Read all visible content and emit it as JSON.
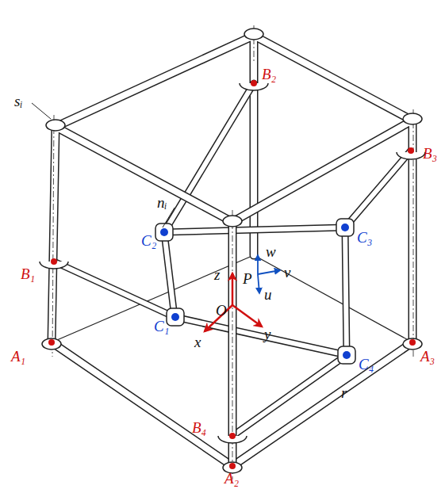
{
  "diagram": {
    "labels": [
      "sᵢ",
      "nᵢ",
      "B₂",
      "B₃",
      "B₁",
      "C₂",
      "C₃",
      "w",
      "z",
      "P",
      "v",
      "u",
      "O",
      "C₁",
      "C₄",
      "x",
      "y",
      "A₁",
      "A₃",
      "r",
      "B₄",
      "A₂"
    ]
  }
}
